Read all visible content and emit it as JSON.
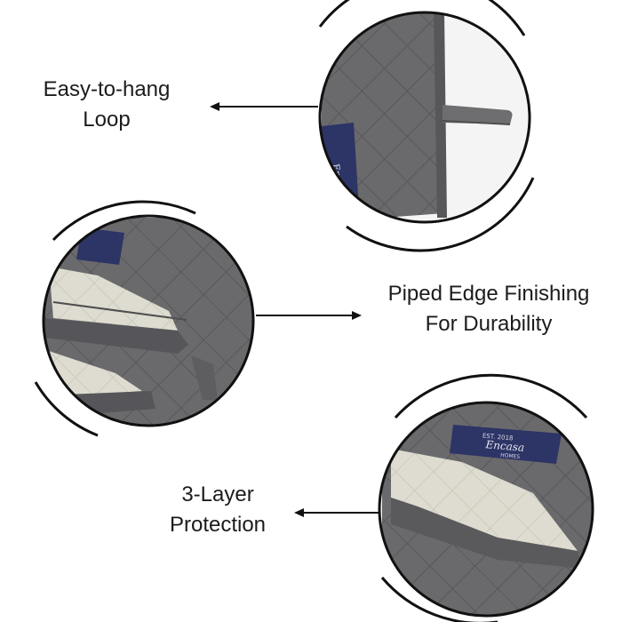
{
  "features": [
    {
      "lines": [
        "Easy-to-hang",
        "Loop"
      ]
    },
    {
      "lines": [
        "Piped Edge Finishing",
        "For Durability"
      ]
    },
    {
      "lines": [
        "3-Layer",
        "Protection"
      ]
    }
  ],
  "label": {
    "brand_lines": [
      "EST. 2018",
      "Encasa",
      "HOMES"
    ]
  },
  "colors": {
    "fabric": "#6a6a6c",
    "fabric_dark": "#4e4e50",
    "lining": "#dedbd0",
    "label_navy": "#2d3466",
    "text": "#1c1c1c"
  }
}
